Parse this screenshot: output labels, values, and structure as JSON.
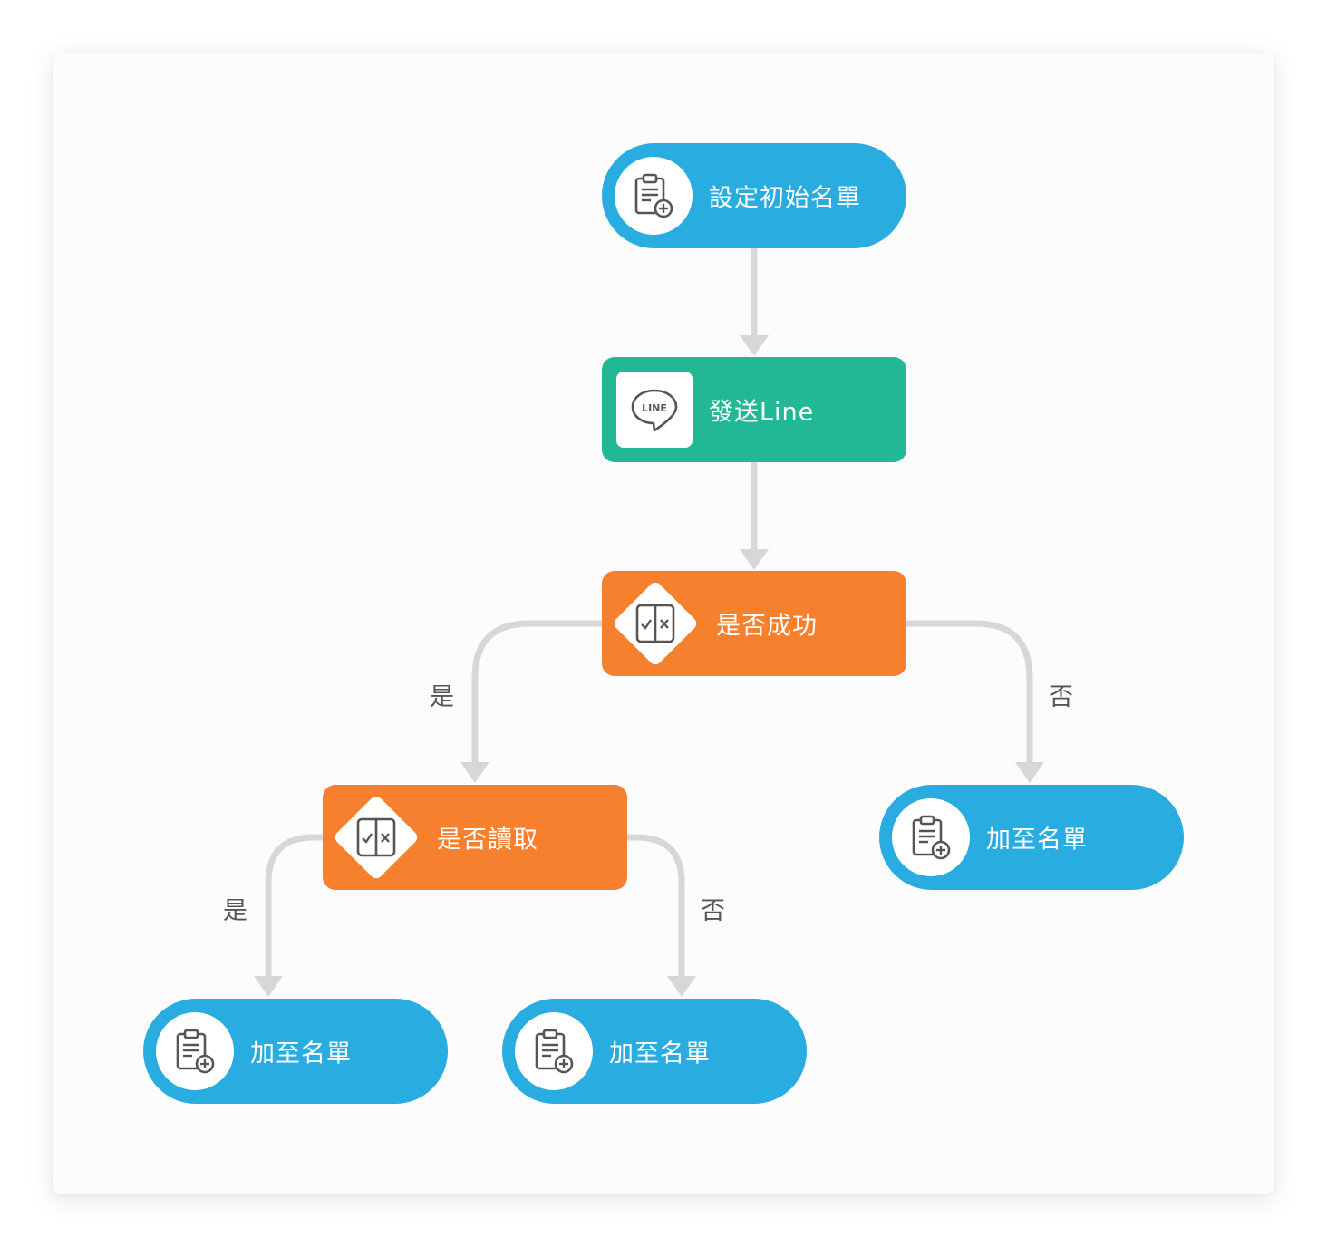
{
  "nodes": {
    "start": {
      "label": "設定初始名單",
      "icon": "clipboard-add-icon"
    },
    "send_line": {
      "label": "發送Line",
      "icon": "line-chat-icon",
      "icon_text": "LINE"
    },
    "decision_success": {
      "label": "是否成功",
      "icon": "decision-check-x-icon"
    },
    "decision_read": {
      "label": "是否讀取",
      "icon": "decision-check-x-icon"
    },
    "add_list_fail": {
      "label": "加至名單",
      "icon": "clipboard-add-icon"
    },
    "add_list_read": {
      "label": "加至名單",
      "icon": "clipboard-add-icon"
    },
    "add_list_unread": {
      "label": "加至名單",
      "icon": "clipboard-add-icon"
    }
  },
  "edge_labels": {
    "success_yes": "是",
    "success_no": "否",
    "read_yes": "是",
    "read_no": "否"
  },
  "colors": {
    "list_node": "#29ace0",
    "action_node": "#22b895",
    "decision_node": "#f6802e",
    "connector": "#d7d7d7",
    "icon_stroke": "#555555"
  }
}
